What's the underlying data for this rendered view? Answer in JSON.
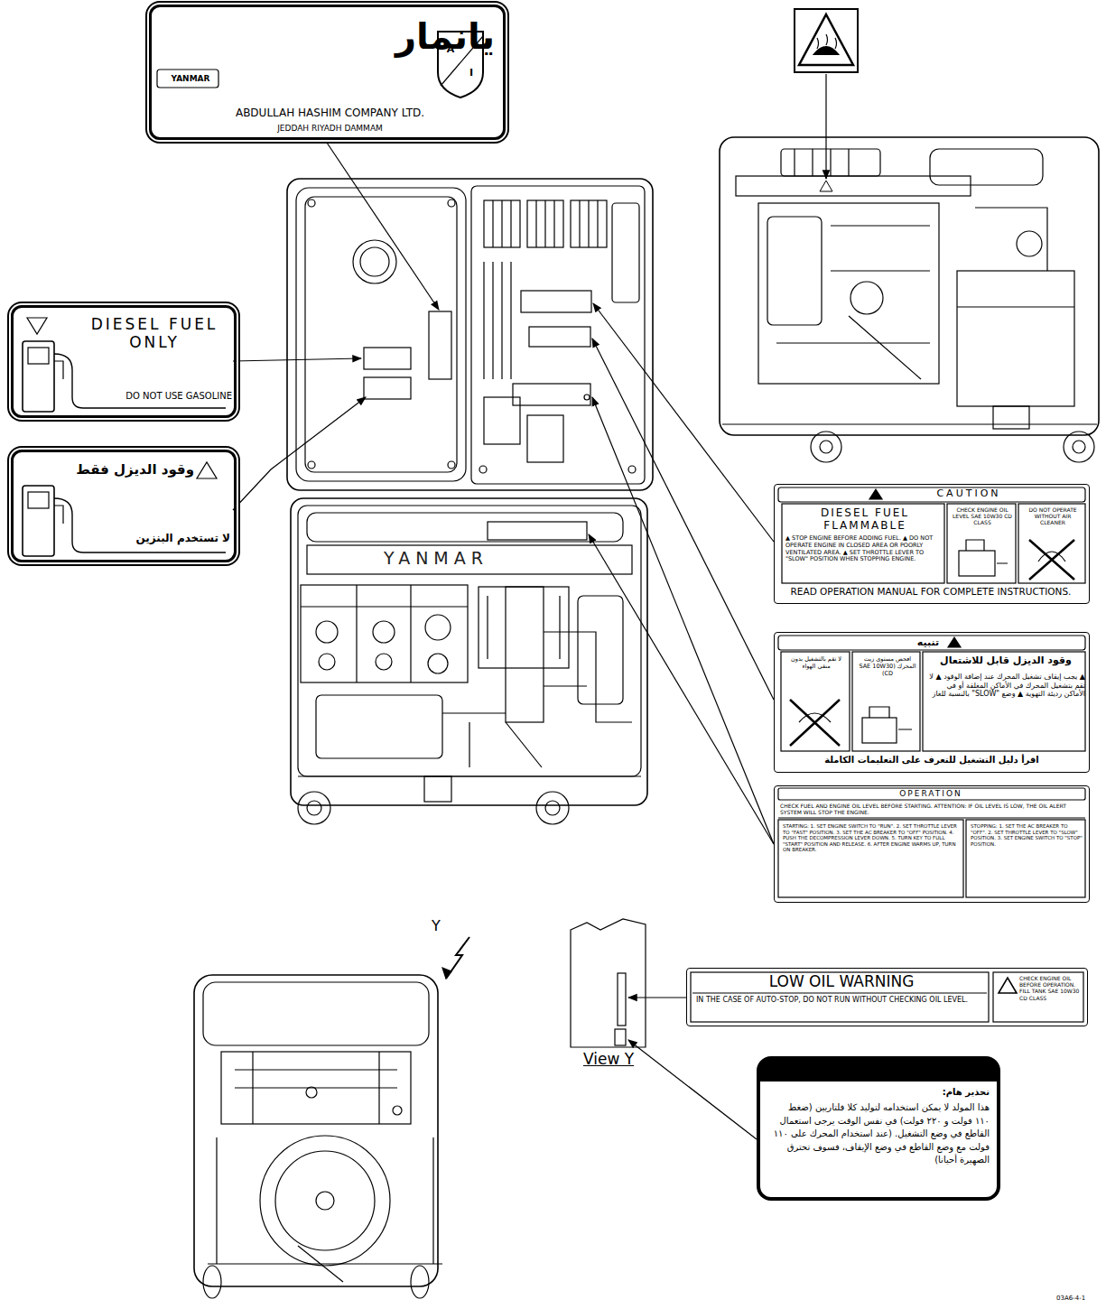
{
  "diagram": {
    "nodes": [
      {
        "text": [
          "يانمار",
          "YANMAR",
          "ABDULLAH HASHIM COMPANY LTD.",
          "JEDDAH RIYADH DAMMAM",
          "A",
          "I"
        ]
      },
      {
        "text": [
          "DIESEL FUEL ONLY",
          "DO NOT USE GASOLINE"
        ]
      },
      {
        "text": [
          "وقود الديزل فقط",
          "لا تستخدم البنزين"
        ]
      },
      {
        "text": [
          "CAUTION",
          "DIESEL FUEL FLAMMABLE",
          "▲ STOP ENGINE BEFORE ADDING FUEL. ▲ DO NOT OPERATE ENGINE IN CLOSED AREA OR POORLY VENTILATED AREA. ▲ SET THROTTLE LEVER TO \"SLOW\" POSITION WHEN STOPPING ENGINE.",
          "CHECK ENGINE OIL LEVEL SAE 10W30 CD CLASS",
          "DO NOT OPERATE WITHOUT AIR CLEANER",
          "READ OPERATION MANUAL FOR COMPLETE INSTRUCTIONS."
        ]
      },
      {
        "text": [
          "تنبيه",
          "وقود الديزل قابل للاشتعال",
          "▲ يجب إيقاف تشغيل المحرك عند إضافة الوقود ▲ لا تقم بتشغيل المحرك في الأماكن المغلقة أو في الأماكن رديئة التهوية ▲ وضع \"SLOW\" بالنسبة للغاز",
          "افحص مستوى زيت المحرك (SAE 10W30 CD)",
          "لا تقم بالتشغيل بدون منقي الهواء",
          "اقرأ دليل التشغيل للتعرف على التعليمات الكاملة"
        ]
      },
      {
        "text": [
          "OPERATION",
          "CHECK FUEL AND ENGINE OIL LEVEL BEFORE STARTING. ATTENTION: IF OIL LEVEL IS LOW, THE OIL ALERT SYSTEM WILL STOP THE ENGINE.",
          "STARTING: 1. SET ENGINE SWITCH TO \"RUN\". 2. SET THROTTLE LEVER TO \"FAST\" POSITION. 3. SET THE AC BREAKER TO \"OFF\" POSITION. 4. PUSH THE DECOMPRESSION LEVER DOWN. 5. TURN KEY TO FULL \"START\" POSITION AND RELEASE. 6. AFTER ENGINE WARMS UP, TURN ON BREAKER.",
          "STOPPING: 1. SET THE AC BREAKER TO \"OFF\". 2. SET THROTTLE LEVER TO \"SLOW\" POSITION. 3. SET ENGINE SWITCH TO \"STOP\" POSITION."
        ]
      },
      {
        "text": [
          "LOW OIL WARNING",
          "IN THE CASE OF AUTO-STOP, DO NOT RUN WITHOUT CHECKING OIL LEVEL.",
          "CHECK ENGINE OIL BEFORE OPERATION. FILL TANK SAE 10W30 CD CLASS"
        ]
      },
      {
        "text": [
          "تحذير هام:",
          "هذا المولد لا يمكن استخدامه لتوليد كلا فلتاريين (ضغط ١١٠ فولت و ٢٢٠ فولت) في نفس الوقت يرجى استعمال القاطع في وضع التشغيل. (عند استخدام المحرك على ١١٠ فولت مع وضع القاطع في وضع الإيقاف، فسوف تحترق الصهيرة أحيانا)"
        ]
      }
    ],
    "labels": [
      "YANMAR",
      "View Y",
      "Y",
      "03A6-4-1"
    ]
  }
}
